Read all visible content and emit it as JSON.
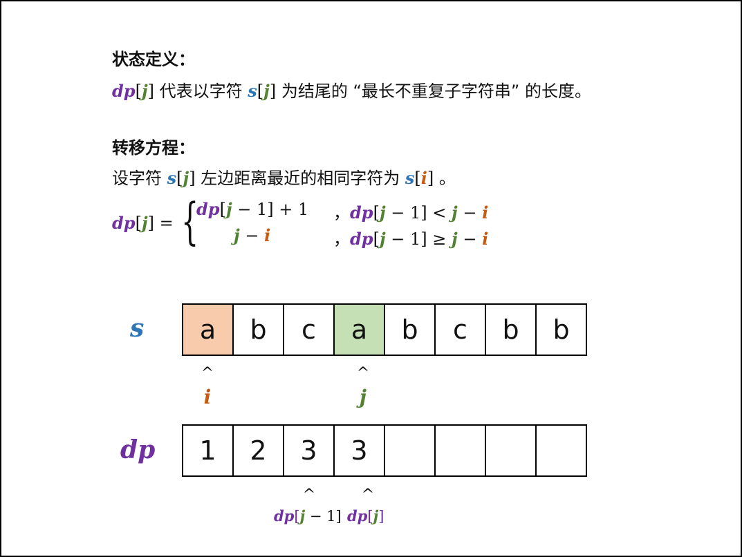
{
  "state_title": "状态定义：",
  "state_line": {
    "dp": "dp",
    "j": "j",
    "text1": " 代表以字符 ",
    "s": "s",
    "text2": " 为结尾的 “最长不重复子字符串” 的长度。"
  },
  "transfer_title": "转移方程：",
  "transfer_line": {
    "text1": "设字符 ",
    "s": "s",
    "j": "j",
    "text2": " 左边距离最近的相同字符为 ",
    "i": "i",
    "text3": " 。"
  },
  "formula": {
    "dp": "dp",
    "j": "j",
    "i": "i",
    "equals": " = ",
    "minus_one_plus_one": " − 1] + 1",
    "minus": " − ",
    "comma": "，",
    "minus_one_lt": " − 1] < ",
    "minus_one_ge": " − 1] ≥ "
  },
  "s_label": "s",
  "s_cells": [
    "a",
    "b",
    "c",
    "a",
    "b",
    "c",
    "b",
    "b"
  ],
  "dp_label": "dp",
  "dp_cells": [
    "1",
    "2",
    "3",
    "3",
    "",
    "",
    "",
    ""
  ],
  "s_markers": [
    {
      "caret": "^",
      "var": "i",
      "index": 0
    },
    {
      "caret": "^",
      "var": "j",
      "index": 3
    }
  ],
  "dp_markers": [
    {
      "caret": "^",
      "dp": "dp",
      "j": "j",
      "suffix": " − 1]",
      "index": 2
    },
    {
      "caret": "^",
      "dp": "dp",
      "j": "j",
      "suffix": "]",
      "index": 3
    }
  ],
  "colors": {
    "purple": "#7030a0",
    "green": "#548235",
    "blue": "#2e75b6",
    "orange": "#c55a11",
    "cell_i_highlight": "#f8cbad",
    "cell_j_highlight": "#c5e0b4"
  },
  "highlights": [
    {
      "row": "s",
      "index": 0,
      "color_key": "cell_i_highlight"
    },
    {
      "row": "s",
      "index": 3,
      "color_key": "cell_j_highlight"
    }
  ]
}
